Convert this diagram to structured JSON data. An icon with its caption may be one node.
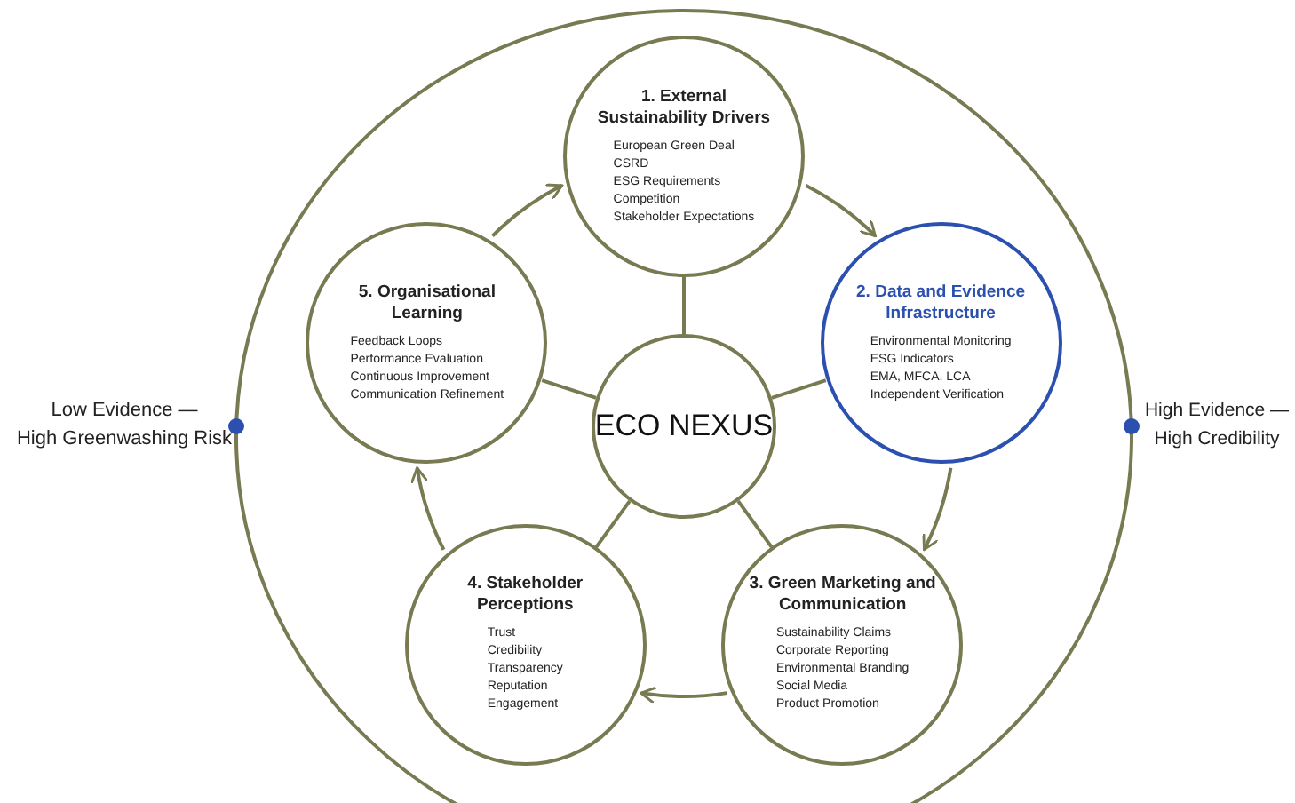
{
  "diagram": {
    "nodes": [
      {
        "text": [
          "1. External Sustainability Drivers",
          "European Green Deal",
          "CSRD",
          "ESG Requirements",
          "Competition",
          "Stakeholder Expectations"
        ]
      },
      {
        "text": [
          "2. Data and Evidence Infrastructure",
          "Environmental Monitoring",
          "ESG Indicators",
          "EMA, MFCA, LCA",
          "Independent Verification"
        ]
      },
      {
        "text": [
          "3. Green Marketing and Communication",
          "Sustainability Claims",
          "Corporate Reporting",
          "Environmental Branding",
          "Social Media",
          "Product Promotion"
        ]
      },
      {
        "text": [
          "4. Stakeholder Perceptions",
          "Trust",
          "Credibility",
          "Transparency",
          "Reputation",
          "Engagement"
        ]
      },
      {
        "text": [
          "5. Organisational Learning",
          "Feedback Loops",
          "Performance Evaluation",
          "Continuous Improvement",
          "Communication Refinement"
        ]
      },
      {
        "text": [
          "ECO NEXUS"
        ]
      }
    ],
    "edges": [
      {
        "from": 0,
        "to": 1,
        "arrow": "to"
      },
      {
        "from": 1,
        "to": 2,
        "arrow": "to"
      },
      {
        "from": 2,
        "to": 3,
        "arrow": "to"
      },
      {
        "from": 3,
        "to": 4,
        "arrow": "to"
      },
      {
        "from": 4,
        "to": 0,
        "arrow": "to"
      },
      {
        "from": 5,
        "to": 0,
        "arrow": "none"
      },
      {
        "from": 5,
        "to": 1,
        "arrow": "none"
      },
      {
        "from": 5,
        "to": 2,
        "arrow": "none"
      },
      {
        "from": 5,
        "to": 3,
        "arrow": "none"
      },
      {
        "from": 5,
        "to": 4,
        "arrow": "none"
      }
    ],
    "labels": [
      "Low Evidence —",
      "High Greenwashing Risk",
      "High Evidence —",
      "High Credibility"
    ]
  }
}
